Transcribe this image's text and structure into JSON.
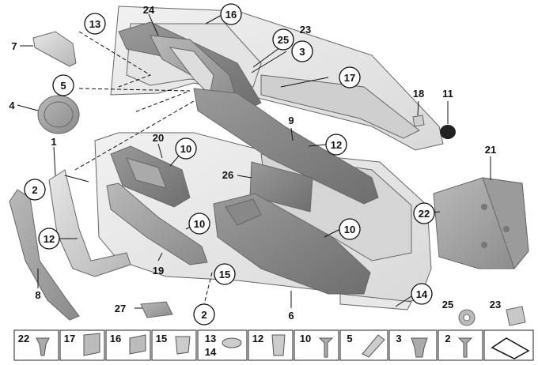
{
  "diagram": {
    "callouts": [
      {
        "id": "c24",
        "text": "24",
        "circled": false
      },
      {
        "id": "c16",
        "text": "16",
        "circled": true
      },
      {
        "id": "c13",
        "text": "13",
        "circled": true
      },
      {
        "id": "c7",
        "text": "7",
        "circled": false
      },
      {
        "id": "c25",
        "text": "25",
        "circled": true
      },
      {
        "id": "c23",
        "text": "23",
        "circled": false
      },
      {
        "id": "c3",
        "text": "3",
        "circled": true
      },
      {
        "id": "c5",
        "text": "5",
        "circled": true
      },
      {
        "id": "c17",
        "text": "17",
        "circled": true
      },
      {
        "id": "c18",
        "text": "18",
        "circled": false
      },
      {
        "id": "c11",
        "text": "11",
        "circled": false
      },
      {
        "id": "c4",
        "text": "4",
        "circled": false
      },
      {
        "id": "c9",
        "text": "9",
        "circled": false
      },
      {
        "id": "c1",
        "text": "1",
        "circled": false
      },
      {
        "id": "c20",
        "text": "20",
        "circled": false
      },
      {
        "id": "c10a",
        "text": "10",
        "circled": true
      },
      {
        "id": "c12a",
        "text": "12",
        "circled": true
      },
      {
        "id": "c21",
        "text": "21",
        "circled": false
      },
      {
        "id": "c2a",
        "text": "2",
        "circled": true
      },
      {
        "id": "c26",
        "text": "26",
        "circled": false
      },
      {
        "id": "c22",
        "text": "22",
        "circled": true
      },
      {
        "id": "c10b",
        "text": "10",
        "circled": true
      },
      {
        "id": "c12b",
        "text": "12",
        "circled": true
      },
      {
        "id": "c10c",
        "text": "10",
        "circled": true
      },
      {
        "id": "c19",
        "text": "19",
        "circled": false
      },
      {
        "id": "c15",
        "text": "15",
        "circled": true
      },
      {
        "id": "c8",
        "text": "8",
        "circled": false
      },
      {
        "id": "c14",
        "text": "14",
        "circled": true
      },
      {
        "id": "c27",
        "text": "27",
        "circled": false
      },
      {
        "id": "c2b",
        "text": "2",
        "circled": true
      },
      {
        "id": "c6",
        "text": "6",
        "circled": false
      },
      {
        "id": "c25b",
        "text": "25",
        "circled": false
      },
      {
        "id": "c23b",
        "text": "23",
        "circled": false
      }
    ],
    "legend": [
      "22",
      "17",
      "16",
      "15",
      "13",
      "14",
      "12",
      "10",
      "5",
      "3",
      "2"
    ]
  }
}
